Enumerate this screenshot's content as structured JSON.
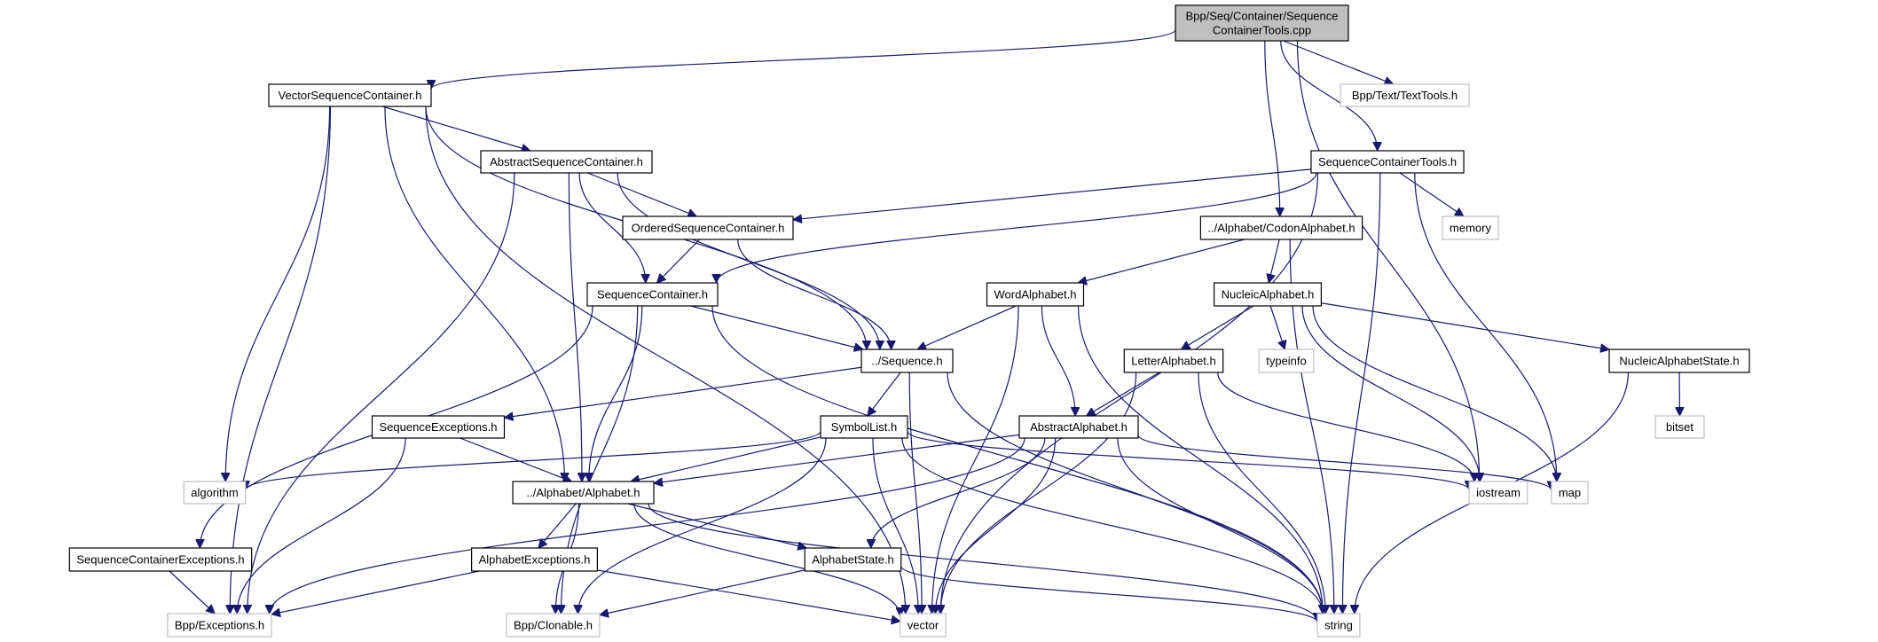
{
  "title": "Bpp/Seq/Container/SequenceContainerTools.cpp include dependency graph",
  "colors": {
    "edge": "#191970",
    "root_fill": "#bfbfbf",
    "local_border": "#000000",
    "external_border": "#bfbfbf"
  },
  "nodes": [
    {
      "id": "root",
      "kind": "root",
      "lines": [
        "Bpp/Seq/Container/Sequence",
        "ContainerTools.cpp"
      ]
    },
    {
      "id": "vsc",
      "kind": "local",
      "lines": [
        "VectorSequenceContainer.h"
      ]
    },
    {
      "id": "texttools",
      "kind": "external",
      "lines": [
        "Bpp/Text/TextTools.h"
      ]
    },
    {
      "id": "sct",
      "kind": "local",
      "lines": [
        "SequenceContainerTools.h"
      ]
    },
    {
      "id": "asc",
      "kind": "local",
      "lines": [
        "AbstractSequenceContainer.h"
      ]
    },
    {
      "id": "osc",
      "kind": "local",
      "lines": [
        "OrderedSequenceContainer.h"
      ]
    },
    {
      "id": "codon",
      "kind": "local",
      "lines": [
        "../Alphabet/CodonAlphabet.h"
      ]
    },
    {
      "id": "memory",
      "kind": "external",
      "lines": [
        "memory"
      ]
    },
    {
      "id": "sc",
      "kind": "local",
      "lines": [
        "SequenceContainer.h"
      ]
    },
    {
      "id": "word",
      "kind": "local",
      "lines": [
        "WordAlphabet.h"
      ]
    },
    {
      "id": "nucleic",
      "kind": "local",
      "lines": [
        "NucleicAlphabet.h"
      ]
    },
    {
      "id": "seq",
      "kind": "local",
      "lines": [
        "../Sequence.h"
      ]
    },
    {
      "id": "letter",
      "kind": "local",
      "lines": [
        "LetterAlphabet.h"
      ]
    },
    {
      "id": "typeinfo",
      "kind": "external",
      "lines": [
        "typeinfo"
      ]
    },
    {
      "id": "nas",
      "kind": "local",
      "lines": [
        "NucleicAlphabetState.h"
      ]
    },
    {
      "id": "seqexc",
      "kind": "local",
      "lines": [
        "SequenceExceptions.h"
      ]
    },
    {
      "id": "symlist",
      "kind": "local",
      "lines": [
        "SymbolList.h"
      ]
    },
    {
      "id": "absalpha",
      "kind": "local",
      "lines": [
        "AbstractAlphabet.h"
      ]
    },
    {
      "id": "bitset",
      "kind": "external",
      "lines": [
        "bitset"
      ]
    },
    {
      "id": "algorithm",
      "kind": "external",
      "lines": [
        "algorithm"
      ]
    },
    {
      "id": "alphabet",
      "kind": "local",
      "lines": [
        "../Alphabet/Alphabet.h"
      ]
    },
    {
      "id": "iostream",
      "kind": "external",
      "lines": [
        "iostream"
      ]
    },
    {
      "id": "map",
      "kind": "external",
      "lines": [
        "map"
      ]
    },
    {
      "id": "scexc",
      "kind": "local",
      "lines": [
        "SequenceContainerExceptions.h"
      ]
    },
    {
      "id": "alphaexc",
      "kind": "local",
      "lines": [
        "AlphabetExceptions.h"
      ]
    },
    {
      "id": "alphastate",
      "kind": "local",
      "lines": [
        "AlphabetState.h"
      ]
    },
    {
      "id": "exceptions",
      "kind": "external",
      "lines": [
        "Bpp/Exceptions.h"
      ]
    },
    {
      "id": "clonable",
      "kind": "external",
      "lines": [
        "Bpp/Clonable.h"
      ]
    },
    {
      "id": "vector",
      "kind": "external",
      "lines": [
        "vector"
      ]
    },
    {
      "id": "string",
      "kind": "external",
      "lines": [
        "string"
      ]
    }
  ],
  "edges": [
    [
      "root",
      "vsc"
    ],
    [
      "root",
      "texttools"
    ],
    [
      "root",
      "sct"
    ],
    [
      "root",
      "codon"
    ],
    [
      "root",
      "iostream"
    ],
    [
      "vsc",
      "asc"
    ],
    [
      "vsc",
      "seq"
    ],
    [
      "vsc",
      "alphabet"
    ],
    [
      "vsc",
      "algorithm"
    ],
    [
      "vsc",
      "vector"
    ],
    [
      "vsc",
      "exceptions"
    ],
    [
      "asc",
      "osc"
    ],
    [
      "asc",
      "sc"
    ],
    [
      "asc",
      "seq"
    ],
    [
      "asc",
      "alphabet"
    ],
    [
      "asc",
      "exceptions"
    ],
    [
      "sct",
      "osc"
    ],
    [
      "sct",
      "sc"
    ],
    [
      "sct",
      "memory"
    ],
    [
      "sct",
      "vector"
    ],
    [
      "sct",
      "map"
    ],
    [
      "sct",
      "string"
    ],
    [
      "osc",
      "sc"
    ],
    [
      "osc",
      "seq"
    ],
    [
      "codon",
      "word"
    ],
    [
      "codon",
      "nucleic"
    ],
    [
      "codon",
      "string"
    ],
    [
      "sc",
      "seq"
    ],
    [
      "sc",
      "alphabet"
    ],
    [
      "sc",
      "scexc"
    ],
    [
      "sc",
      "clonable"
    ],
    [
      "sc",
      "string"
    ],
    [
      "word",
      "seq"
    ],
    [
      "word",
      "absalpha"
    ],
    [
      "word",
      "vector"
    ],
    [
      "word",
      "string"
    ],
    [
      "nucleic",
      "letter"
    ],
    [
      "nucleic",
      "typeinfo"
    ],
    [
      "nucleic",
      "nas"
    ],
    [
      "nucleic",
      "iostream"
    ],
    [
      "nucleic",
      "map"
    ],
    [
      "seq",
      "seqexc"
    ],
    [
      "seq",
      "symlist"
    ],
    [
      "seq",
      "vector"
    ],
    [
      "seq",
      "string"
    ],
    [
      "letter",
      "absalpha"
    ],
    [
      "letter",
      "iostream"
    ],
    [
      "letter",
      "vector"
    ],
    [
      "letter",
      "string"
    ],
    [
      "nas",
      "bitset"
    ],
    [
      "nas",
      "string"
    ],
    [
      "seqexc",
      "alphabet"
    ],
    [
      "seqexc",
      "exceptions"
    ],
    [
      "symlist",
      "alphabet"
    ],
    [
      "symlist",
      "algorithm"
    ],
    [
      "symlist",
      "iostream"
    ],
    [
      "symlist",
      "clonable"
    ],
    [
      "symlist",
      "vector"
    ],
    [
      "symlist",
      "string"
    ],
    [
      "absalpha",
      "alphabet"
    ],
    [
      "absalpha",
      "alphastate"
    ],
    [
      "absalpha",
      "exceptions"
    ],
    [
      "absalpha",
      "map"
    ],
    [
      "absalpha",
      "vector"
    ],
    [
      "absalpha",
      "string"
    ],
    [
      "alphabet",
      "alphaexc"
    ],
    [
      "alphabet",
      "alphastate"
    ],
    [
      "alphabet",
      "clonable"
    ],
    [
      "alphabet",
      "vector"
    ],
    [
      "alphabet",
      "string"
    ],
    [
      "scexc",
      "exceptions"
    ],
    [
      "alphaexc",
      "exceptions"
    ],
    [
      "alphaexc",
      "vector"
    ],
    [
      "alphastate",
      "clonable"
    ],
    [
      "alphastate",
      "string"
    ]
  ]
}
